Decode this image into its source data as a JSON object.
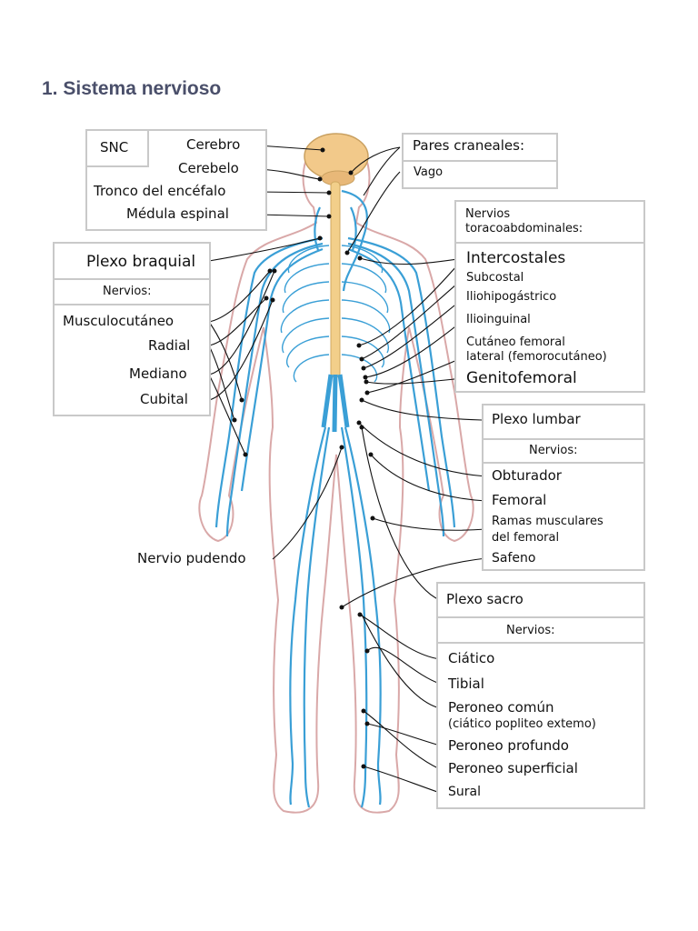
{
  "title": "1. Sistema nervioso",
  "snc": {
    "label": "SNC",
    "items": [
      "Cerebro",
      "Cerebelo",
      "Tronco del encéfalo",
      "Médula espinal"
    ]
  },
  "craneales": {
    "header": "Pares craneales:",
    "items": [
      "Vago"
    ]
  },
  "toraco": {
    "header_line1": "Nervios",
    "header_line2": "toracoabdominales:",
    "items": [
      "Intercostales",
      "Subcostal",
      "Iliohipogástrico",
      "Ilioinguinal",
      "Cutáneo femoral",
      "lateral (femorocutáneo)",
      "Genitofemoral"
    ]
  },
  "braquial": {
    "header": "Plexo braquial",
    "sub": "Nervios:",
    "items": [
      "Musculocutáneo",
      "Radial",
      "Mediano",
      "Cubital"
    ]
  },
  "lumbar": {
    "header": "Plexo lumbar",
    "sub": "Nervios:",
    "items": [
      "Obturador",
      "Femoral",
      "Ramas musculares",
      "del femoral",
      "Safeno"
    ]
  },
  "pudendo": "Nervio pudendo",
  "sacro": {
    "header": "Plexo sacro",
    "sub": "Nervios:",
    "items": [
      "Ciático",
      "Tibial",
      "Peroneo común",
      "(ciático popliteo extemo)",
      "Peroneo profundo",
      "Peroneo superficial",
      "Sural"
    ]
  },
  "colors": {
    "nerve": "#3a9fd6",
    "outline": "#d9a8a8",
    "brain": "#f2c98a",
    "spine": "#f2cf8a",
    "title": "#4a4f6a"
  }
}
